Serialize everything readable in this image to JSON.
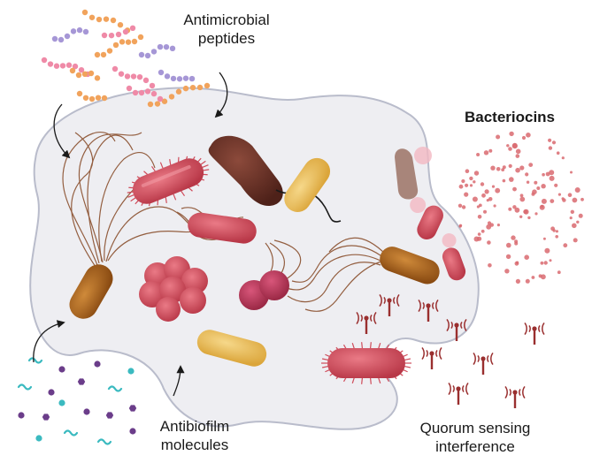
{
  "labels": {
    "antimicrobial_peptides": [
      "Antimicrobial",
      "peptides"
    ],
    "bacteriocins": "Bacteriocins",
    "antibiofilm_molecules": [
      "Antibiofilm",
      "molecules"
    ],
    "quorum_sensing": [
      "Quorum sensing",
      "interference"
    ]
  },
  "colors": {
    "biofilm_fill": "#eeeef2",
    "biofilm_outline": "#b9bccb",
    "red_bacterium": "#cf4b5a",
    "maroon_bacterium": "#6b3127",
    "gold_bacterium": "#a8621c",
    "yellow_bacterium": "#e8b84e",
    "cluster": "#c6444f",
    "coccus": "#b13450",
    "bacteriocin_dots": "#d96a70",
    "signal": "#9a2f2f",
    "peptide_orange": "#f1a35c",
    "peptide_pink": "#ef8aa7",
    "peptide_purple": "#a697d6",
    "molecule_teal": "#3bbac0",
    "molecule_purple": "#6b3d8a"
  }
}
